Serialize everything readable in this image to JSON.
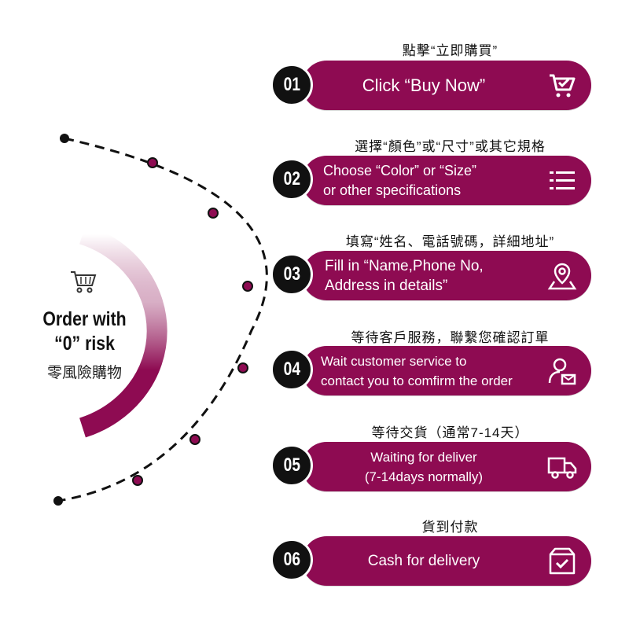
{
  "hero": {
    "title_line1": "Order with",
    "title_line2": "“0” risk",
    "subtitle": "零風險購物",
    "icon": "shopping-cart-icon"
  },
  "colors": {
    "accent": "#8e0b52",
    "badge": "#111111"
  },
  "steps": [
    {
      "number": "01",
      "caption": "點擊“立即購買”",
      "text": "Click “Buy Now”",
      "icon": "cart-check-icon"
    },
    {
      "number": "02",
      "caption": "選擇“顏色”或“尺寸”或其它規格",
      "line1": "Choose “Color” or “Size”",
      "line2": "or other specifications",
      "icon": "list-icon"
    },
    {
      "number": "03",
      "caption": "填寫“姓名、電話號碼，詳細地址”",
      "line1": "Fill in “Name,Phone No,",
      "line2": "Address in details”",
      "icon": "map-pin-icon"
    },
    {
      "number": "04",
      "caption": "等待客戶服務，聯繫您確認訂單",
      "line1": "Wait customer service to",
      "line2": "contact you to comfirm the order",
      "icon": "user-mail-icon"
    },
    {
      "number": "05",
      "caption": "等待交貨（通常7-14天）",
      "line1": "Waiting for deliver",
      "line2": "(7-14days normally)",
      "icon": "truck-icon"
    },
    {
      "number": "06",
      "caption": "貨到付款",
      "text": "Cash for delivery",
      "icon": "box-check-icon"
    }
  ]
}
